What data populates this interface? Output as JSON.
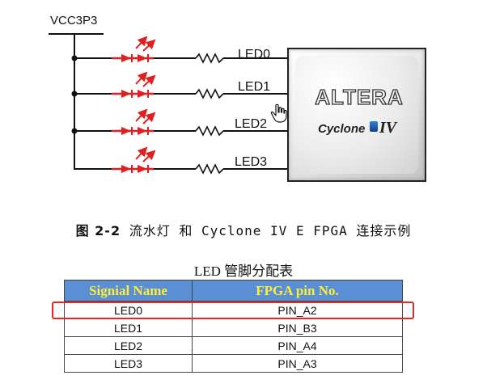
{
  "schematic": {
    "supply_label": "VCC3P3",
    "led_labels": [
      "LED0",
      "LED1",
      "LED2",
      "LED3"
    ],
    "chip": {
      "brand": "ALTERA",
      "family_text": "Cyclone",
      "family_suffix": "IV"
    }
  },
  "caption": {
    "figure_no": "图 2-2",
    "text": "流水灯 和 Cyclone IV E FPGA 连接示例"
  },
  "pin_table": {
    "title": "LED 管脚分配表",
    "headers": [
      "Signial Name",
      "FPGA pin No."
    ],
    "rows": [
      [
        "LED0",
        "PIN_A2"
      ],
      [
        "LED1",
        "PIN_B3"
      ],
      [
        "LED2",
        "PIN_A4"
      ],
      [
        "LED3",
        "PIN_A3"
      ]
    ],
    "header_bg": "#5a8fd6",
    "header_text_color": "#ffee33",
    "highlight_color": "#e02a2a"
  }
}
